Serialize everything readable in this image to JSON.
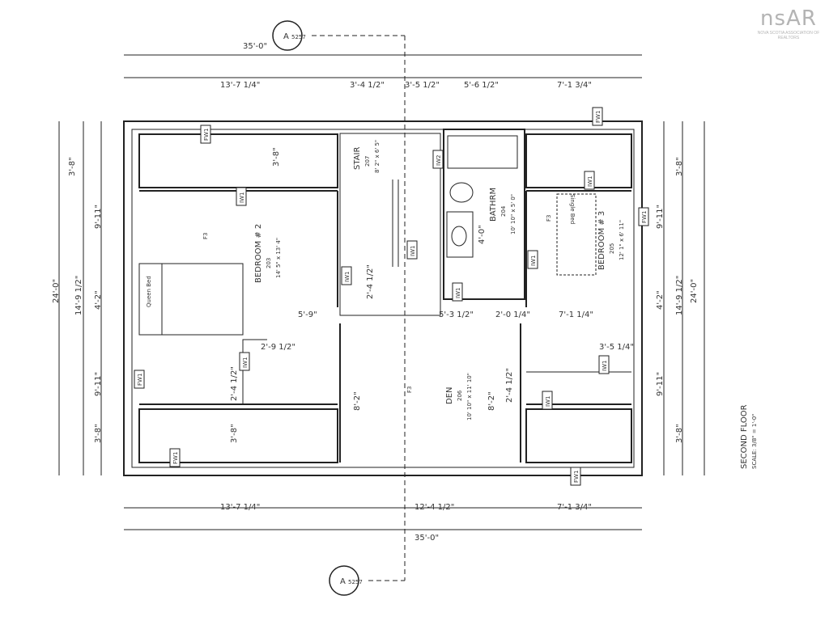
{
  "logo": {
    "main": "nsAR",
    "sub": "NOVA SCOTIA ASSOCIATION OF REALTORS"
  },
  "section_markers": [
    {
      "letter": "A",
      "sheet": "5257"
    },
    {
      "letter": "A",
      "sheet": "5257"
    }
  ],
  "title": {
    "name": "SECOND FLOOR",
    "scale": "SCALE: 3/8\" = 1'-0\""
  },
  "rooms": {
    "bedroom2": {
      "name": "BEDROOM # 2",
      "number": "203",
      "size": "14' 5\" x 13' 4\""
    },
    "bedroom3": {
      "name": "BEDROOM # 3",
      "number": "205",
      "size": "12' 1\" x 6' 11\""
    },
    "bathroom": {
      "name": "BATHRM",
      "number": "204",
      "size": "10' 10\" x 5' 0\""
    },
    "stair": {
      "name": "STAIR",
      "number": "207",
      "size": "8' 2\" x 6' 5\""
    },
    "den": {
      "name": "DEN",
      "number": "206",
      "size": "10' 10\" x 11' 10\""
    }
  },
  "furniture": {
    "queen_bed": "Queen Bed",
    "single_bed": "Single Bed"
  },
  "tags": {
    "fw1": "FW1",
    "iw1": "IW1",
    "iw2": "IW2",
    "f3": "F3"
  },
  "dims": {
    "overall_width": "35'-0\"",
    "overall_depth": "24'-0\"",
    "top": [
      "13'-7 1/4\"",
      "3'-4 1/2\"",
      "3'-5 1/2\"",
      "5'-6 1/2\"",
      "7'-1 3/4\""
    ],
    "bottom": [
      "13'-7 1/4\"",
      "12'-4 1/2\"",
      "7'-1 3/4\""
    ],
    "left": [
      "3'-8\"",
      "9'-11\"",
      "4'-2\"",
      "9'-11\"",
      "3'-8\""
    ],
    "left_mid": "14'-9 1/2\"",
    "right": [
      "3'-8\"",
      "9'-11\"",
      "4'-2\"",
      "9'-11\"",
      "3'-8\""
    ],
    "right_mid": "14'-9 1/2\"",
    "inner": {
      "closet_tl": "3'-8\"",
      "closet_bl": "3'-8\"",
      "b2_bottom": "5'-9\"",
      "b2_closet_w": "2'-9 1/2\"",
      "b2_closet_d": "2'-4 1/2\"",
      "stair_a": "2'-4 1/2\"",
      "stair_b": "5'-3 1/2\"",
      "bath_w": "4'-0\"",
      "bath_b": "2'-0 1/4\"",
      "b3_bottom": "7'-1 1/4\"",
      "b3_closet_w": "3'-5 1/4\"",
      "den_a": "8'-2\"",
      "den_b": "8'-2\"",
      "den_c": "2'-4 1/2\""
    }
  }
}
